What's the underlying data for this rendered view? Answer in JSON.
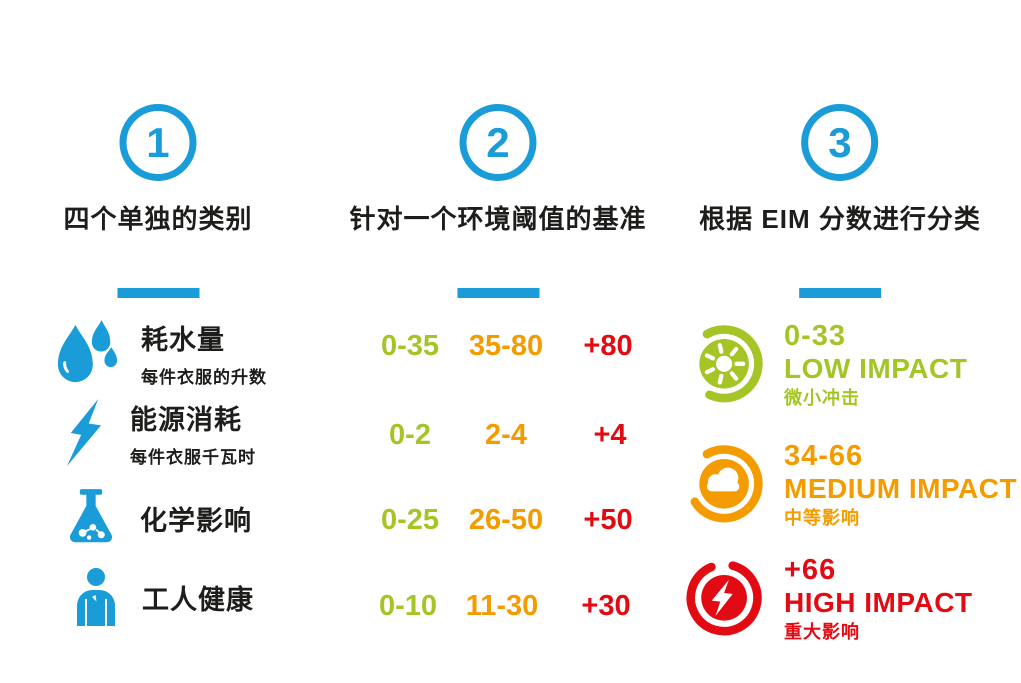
{
  "colors": {
    "blue": "#1a9cd8",
    "green": "#a4c525",
    "orange": "#f49b00",
    "red": "#e30b13",
    "text": "#1d1d1b"
  },
  "steps": [
    {
      "number": "1",
      "title": "四个单独的类别"
    },
    {
      "number": "2",
      "title": "针对一个环境阈值的基准"
    },
    {
      "number": "3",
      "title": "根据 EIM 分数进行分类"
    }
  ],
  "categories": [
    {
      "icon": "water-drops-icon",
      "title": "耗水量",
      "subtitle": "每件衣服的升数",
      "low": "0-35",
      "medium": "35-80",
      "high": "+80"
    },
    {
      "icon": "lightning-bolt-icon",
      "title": "能源消耗",
      "subtitle": "每件衣服千瓦时",
      "low": "0-2",
      "medium": "2-4",
      "high": "+4"
    },
    {
      "icon": "flask-icon",
      "title": "化学影响",
      "low": "0-25",
      "medium": "26-50",
      "high": "+50"
    },
    {
      "icon": "person-icon",
      "title": "工人健康",
      "low": "0-10",
      "medium": "11-30",
      "high": "+30"
    }
  ],
  "impact_levels": [
    {
      "icon": "sun-gauge-icon",
      "range": "0-33",
      "label": "LOW IMPACT",
      "label_zh": "微小冲击",
      "color": "#a4c525"
    },
    {
      "icon": "cloud-gauge-icon",
      "range": "34-66",
      "label": "MEDIUM IMPACT",
      "label_zh": "中等影响",
      "color": "#f49b00"
    },
    {
      "icon": "bolt-gauge-icon",
      "range": "+66",
      "label": "HIGH IMPACT",
      "label_zh": "重大影响",
      "color": "#e30b13"
    }
  ]
}
